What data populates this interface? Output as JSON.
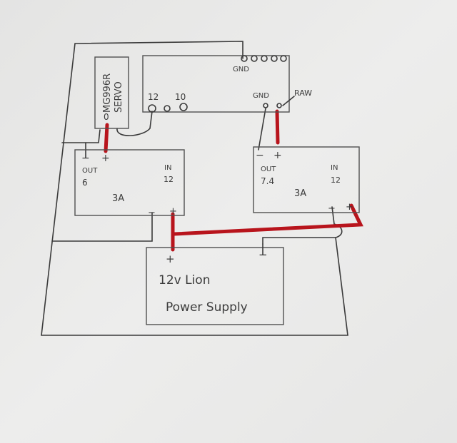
{
  "diagram": {
    "servo": {
      "label_1": "MG996R",
      "label_2": "SERVO",
      "pin": "0"
    },
    "controller": {
      "top_gnd": "GND",
      "pin_12": "12",
      "pin_10": "10",
      "bottom_gnd": "GND",
      "raw": "RAW"
    },
    "regulator_left": {
      "minus": "−",
      "plus": "+",
      "out": "OUT",
      "out_v": "6",
      "in": "IN",
      "in_v": "12",
      "current": "3A",
      "in_minus": "−",
      "in_plus": "+"
    },
    "regulator_right": {
      "minus": "−",
      "plus": "+",
      "out": "OUT",
      "out_v": "7.4",
      "in": "IN",
      "in_v": "12",
      "current": "3A",
      "in_minus": "−",
      "in_plus": "+"
    },
    "power_supply": {
      "plus": "+",
      "minus": "−",
      "line_1": "12v Lion",
      "line_2": "Power Supply"
    },
    "colors": {
      "wire_positive": "#b8141c",
      "wire_ground": "#3a3a3a",
      "paper": "#e9e9e8"
    }
  }
}
